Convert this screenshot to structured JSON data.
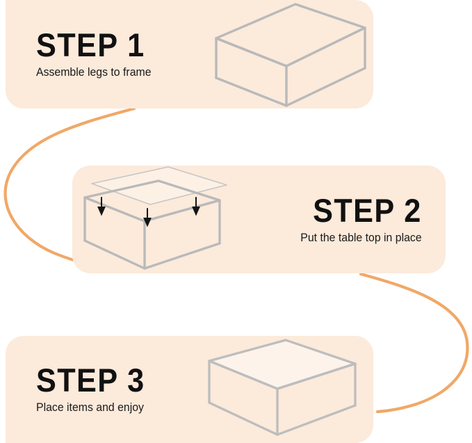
{
  "document": {
    "type": "assembly-instruction-infographic",
    "subject": "Coffee table assembly",
    "background_color": "#ffffff",
    "panel_color": "#fceadb",
    "connector_color": "#f0a868",
    "frame_color": "#b8b8b8",
    "title_color": "#111111"
  },
  "steps": [
    {
      "id": "step-1",
      "title": "STEP 1",
      "subtitle": "Assemble legs to frame",
      "text_align": "left",
      "illustration": "table-frame-wireframe",
      "illustration_description": "Open metal table frame with four legs and a lower shelf rail, no top"
    },
    {
      "id": "step-2",
      "title": "STEP 2",
      "subtitle": "Put the table top in place",
      "text_align": "right",
      "illustration": "table-frame-with-floating-top",
      "illustration_description": "Table frame with a flat top panel hovering above it and three downward arrows",
      "arrow_count": 3,
      "arrow_glyph": "down-arrow"
    },
    {
      "id": "step-3",
      "title": "STEP 3",
      "subtitle": "Place items and enjoy",
      "text_align": "left",
      "illustration": "completed-table",
      "illustration_description": "Finished table with translucent top installed on the frame"
    }
  ],
  "connectors": [
    {
      "id": "connector-1-to-2",
      "from": "step-1",
      "to": "step-2",
      "side": "left",
      "color": "#f0a868"
    },
    {
      "id": "connector-2-to-3",
      "from": "step-2",
      "to": "step-3",
      "side": "right",
      "color": "#f0a868"
    }
  ]
}
